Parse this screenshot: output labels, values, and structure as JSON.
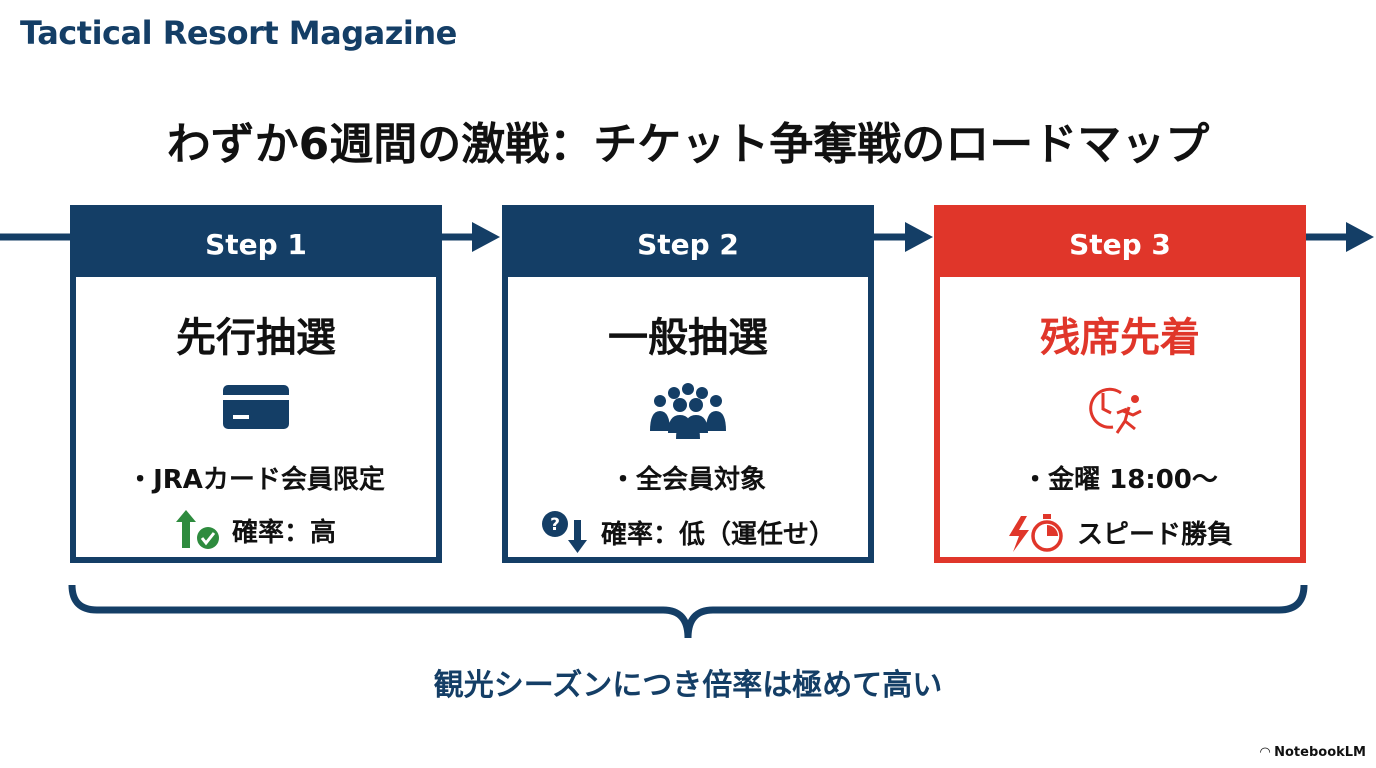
{
  "brand": "Tactical Resort Magazine",
  "title": "わずか6週間の激戦：チケット争奪戦のロードマップ",
  "steps": [
    {
      "label": "Step 1",
      "name": "先行抽選",
      "line1": "・JRAカード会員限定",
      "line2": "確率：高",
      "icon": "credit-card-icon",
      "icon2": "up-arrow-check-icon"
    },
    {
      "label": "Step 2",
      "name": "一般抽選",
      "line1": "・全会員対象",
      "line2": "確率：低（運任せ）",
      "icon": "crowd-icon",
      "icon2": "question-down-arrow-icon"
    },
    {
      "label": "Step 3",
      "name": "残席先着",
      "line1": "・金曜 18:00〜",
      "line2": "スピード勝負",
      "icon": "clock-runner-icon",
      "icon2": "lightning-stopwatch-icon"
    }
  ],
  "caption": "観光シーズンにつき倍率は極めて高い",
  "footer": "NotebookLM",
  "colors": {
    "navy": "#143e66",
    "red": "#e0362a",
    "green": "#2e8b3e"
  }
}
